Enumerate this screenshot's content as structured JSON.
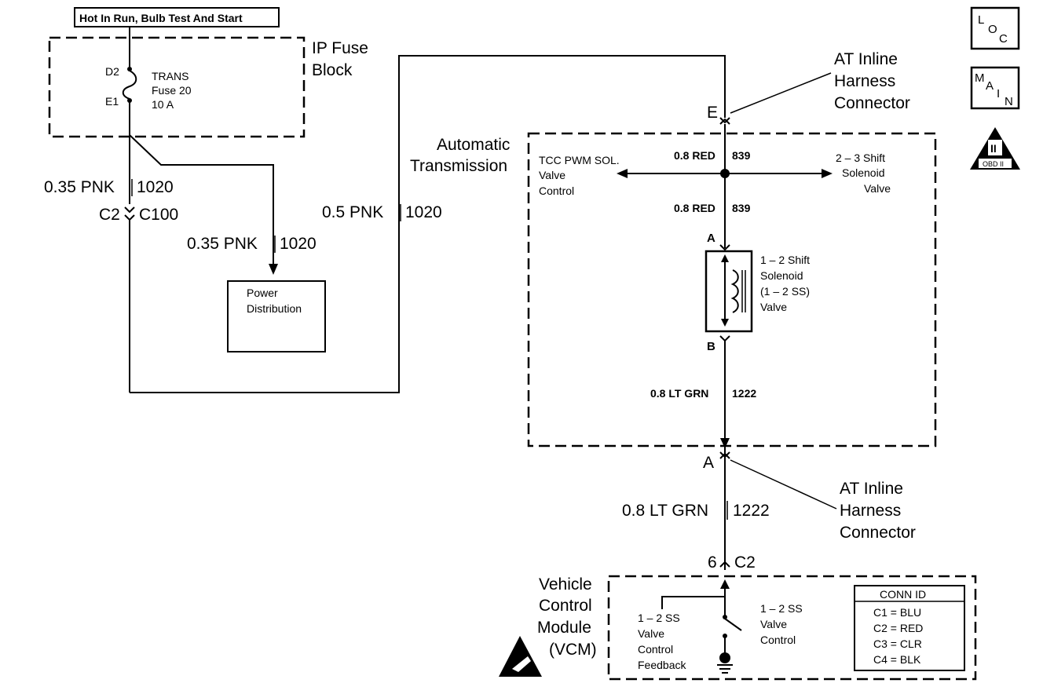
{
  "power_header": "Hot In Run, Bulb Test And Start",
  "ip_fuse_block": {
    "title_line1": "IP Fuse",
    "title_line2": "Block",
    "pin_top": "D2",
    "pin_bottom": "E1",
    "fuse_name": "TRANS",
    "fuse_number": "Fuse 20",
    "fuse_rating": "10 A"
  },
  "wires": {
    "left_wire": "0.35 PNK",
    "left_circuit": "1020",
    "branch_wire": "0.35 PNK",
    "branch_circuit": "1020",
    "mid_wire": "0.5 PNK",
    "mid_circuit": "1020",
    "red_top_wire": "0.8 RED",
    "red_top_circuit": "839",
    "red_bottom_wire": "0.8 RED",
    "red_bottom_circuit": "839",
    "grn_inner_wire": "0.8 LT GRN",
    "grn_inner_circuit": "1222",
    "grn_outer_wire": "0.8 LT GRN",
    "grn_outer_circuit": "1222"
  },
  "connectors": {
    "c2_left": "C2",
    "c100": "C100",
    "e_pin": "E",
    "a_pin": "A",
    "vcm_pin": "6",
    "vcm_conn": "C2",
    "harness_top": [
      "AT Inline",
      "Harness",
      "Connector"
    ],
    "harness_bottom": [
      "AT Inline",
      "Harness",
      "Connector"
    ]
  },
  "power_distribution": [
    "Power",
    "Distribution"
  ],
  "transmission": {
    "title_line1": "Automatic",
    "title_line2": "Transmission",
    "tcc": [
      "TCC PWM SOL.",
      "Valve",
      "Control"
    ],
    "shift23": [
      "2 – 3 Shift",
      "Solenoid",
      "Valve"
    ],
    "solenoid_pin_a": "A",
    "solenoid_pin_b": "B",
    "shift12": [
      "1 – 2 Shift",
      "Solenoid",
      "(1 – 2 SS)",
      "Valve"
    ]
  },
  "vcm": {
    "title": [
      "Vehicle",
      "Control",
      "Module",
      "(VCM)"
    ],
    "feedback": [
      "1 – 2 SS",
      "Valve",
      "Control",
      "Feedback"
    ],
    "control": [
      "1 – 2 SS",
      "Valve",
      "Control"
    ],
    "conn_id_title": "CONN ID",
    "conn_ids": [
      "C1 = BLU",
      "C2 = RED",
      "C3 = CLR",
      "C4 = BLK"
    ]
  },
  "side_icons": {
    "loc": [
      "L",
      "O",
      "C"
    ],
    "main": [
      "M",
      "A",
      "I",
      "N"
    ],
    "obd_num": "II",
    "obd_label": "OBD II"
  }
}
